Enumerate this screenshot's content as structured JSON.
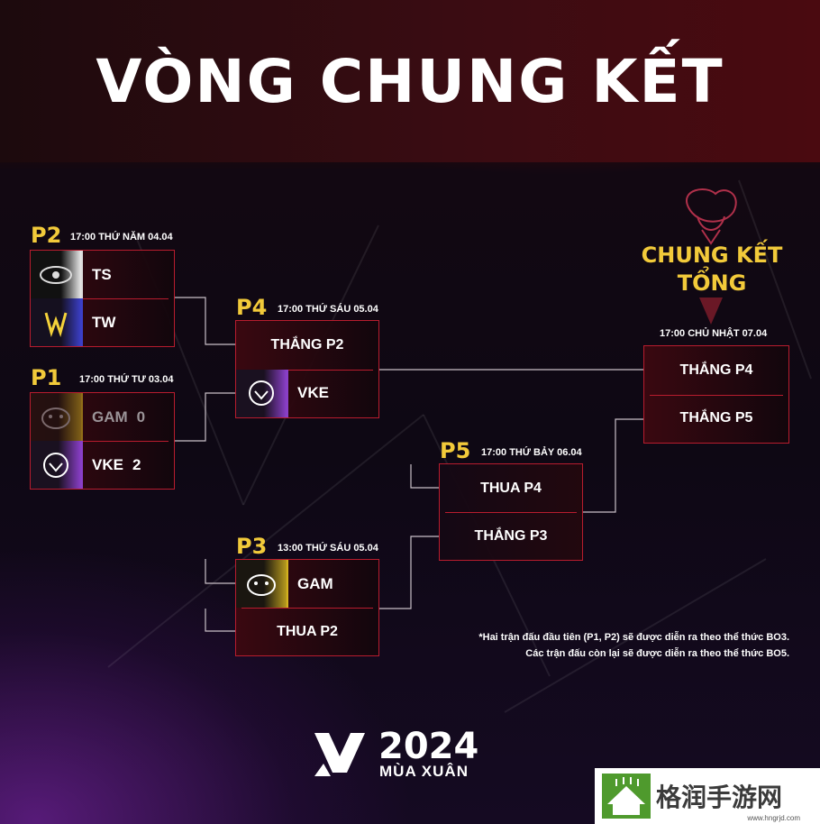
{
  "header": {
    "title": "VÒNG CHUNG KẾT"
  },
  "matches": {
    "p2": {
      "label": "P2",
      "time": "17:00 THỨ NĂM 04.04",
      "top": {
        "team": "TS",
        "logo": "ts-logo-icon"
      },
      "bottom": {
        "team": "TW",
        "logo": "tw-logo-icon"
      }
    },
    "p1": {
      "label": "P1",
      "time": "17:00 THỨ TƯ 03.04",
      "top": {
        "team": "GAM",
        "score": "0",
        "logo": "gam-logo-icon"
      },
      "bottom": {
        "team": "VKE",
        "score": "2",
        "logo": "vke-logo-icon"
      }
    },
    "p4": {
      "label": "P4",
      "time": "17:00 THỨ SÁU 05.04",
      "top": {
        "text": "THẮNG P2"
      },
      "bottom": {
        "team": "VKE",
        "logo": "vke-logo-icon"
      }
    },
    "p3": {
      "label": "P3",
      "time": "13:00 THỨ SÁU 05.04",
      "top": {
        "team": "GAM",
        "logo": "gam-logo-icon"
      },
      "bottom": {
        "text": "THUA P2"
      }
    },
    "p5": {
      "label": "P5",
      "time": "17:00 THỨ BẢY 06.04",
      "top": {
        "text": "THUA P4"
      },
      "bottom": {
        "text": "THẮNG P3"
      }
    },
    "final": {
      "title_line1": "CHUNG KẾT",
      "title_line2": "TỔNG",
      "time": "17:00 CHỦ NHẬT 07.04",
      "top": {
        "text": "THẮNG P4"
      },
      "bottom": {
        "text": "THẮNG P5"
      }
    }
  },
  "note": {
    "line1": "*Hai trận đấu đầu tiên (P1, P2) sẽ được diễn ra theo thể thức BO3.",
    "line2": "Các trận đấu còn lại sẽ được diễn ra theo thể thức BO5."
  },
  "branding": {
    "year": "2024",
    "season": "MÙA XUÂN",
    "logo": "league-logo-icon"
  },
  "watermark": {
    "text": "格润手游网",
    "url": "www.hngrjd.com",
    "logo": "watermark-logo-icon"
  },
  "colors": {
    "accent": "#f2ca3a",
    "box_border": "#b81c2e",
    "connector": "#c9c0c8"
  }
}
